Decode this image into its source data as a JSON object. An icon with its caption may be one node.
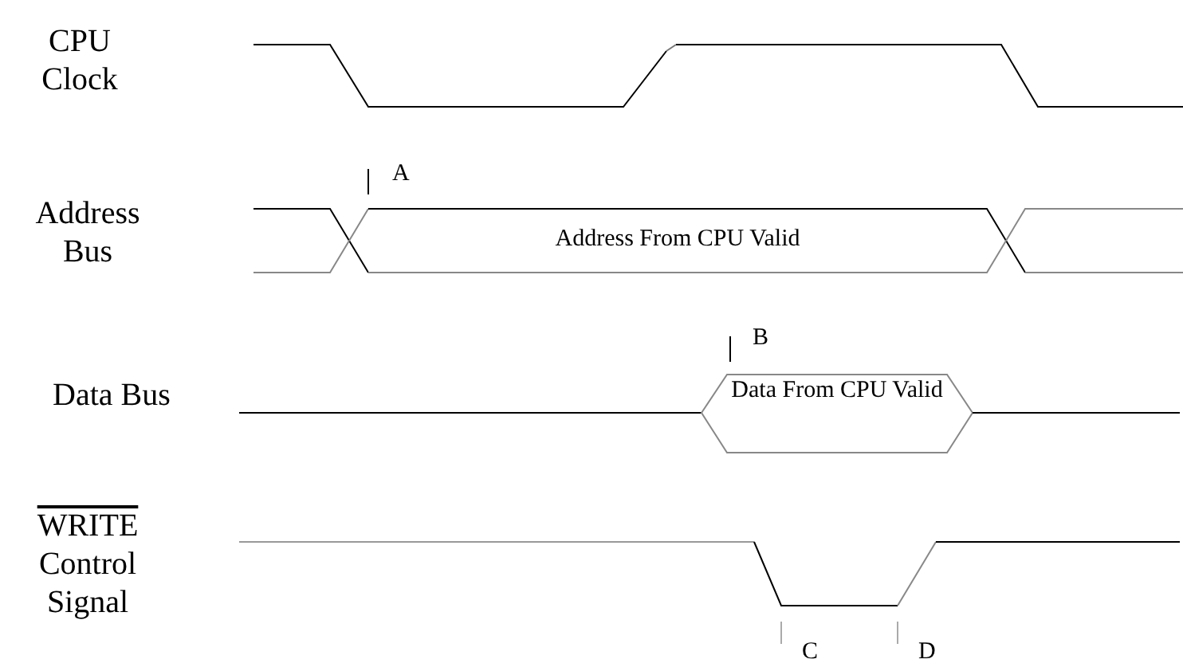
{
  "diagram": {
    "labels": [
      "CPU Clock",
      "A",
      "Address Bus",
      "Address From CPU Valid",
      "B",
      "Data Bus",
      "Data From CPU Valid",
      "WRITE Control Signal",
      "C",
      "D"
    ]
  }
}
